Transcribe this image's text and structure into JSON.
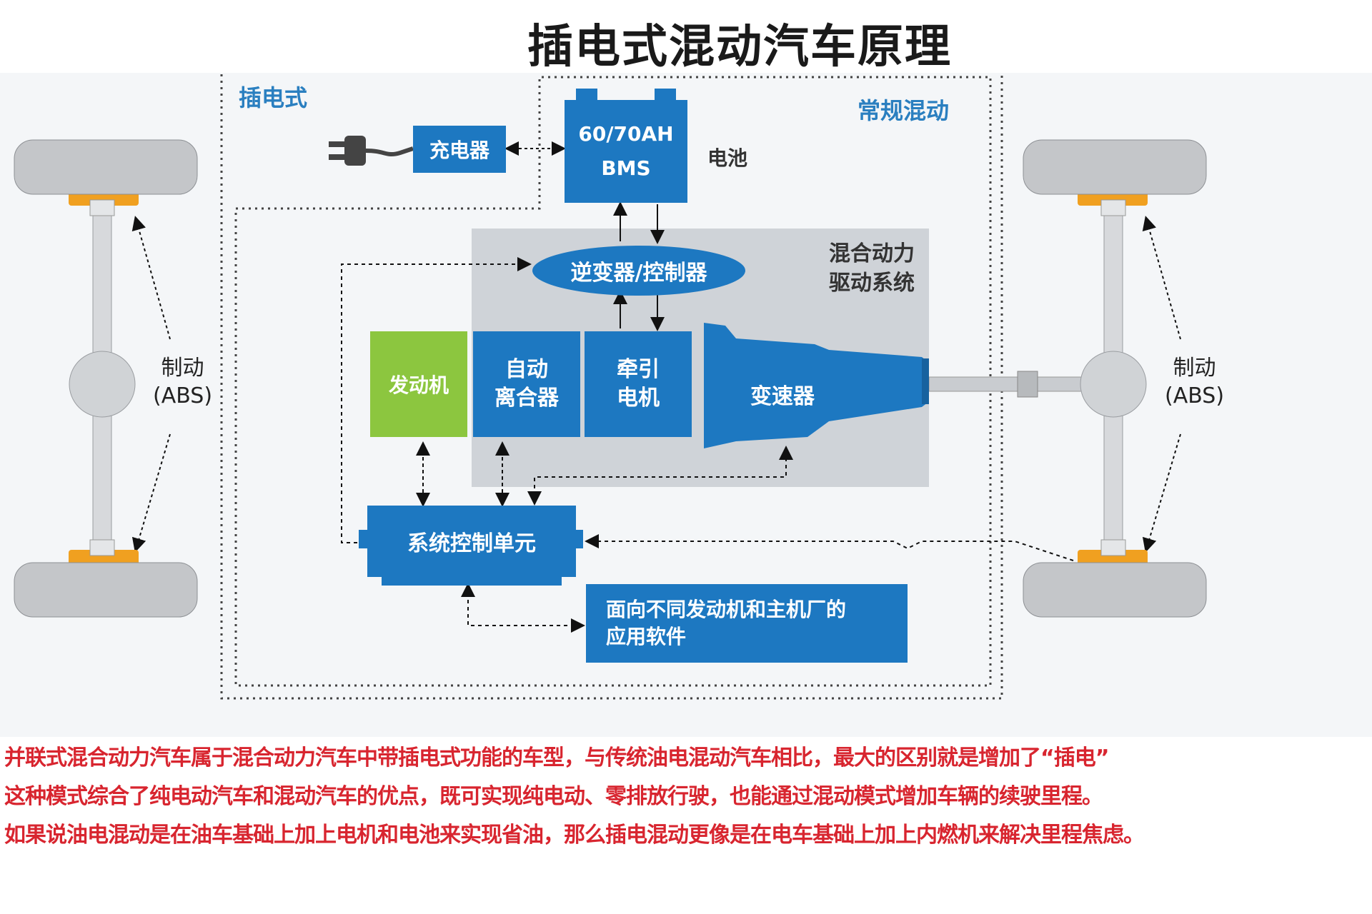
{
  "title": "插电式混动汽车原理",
  "zones": {
    "plugin": "插电式",
    "conventional": "常规混动",
    "hybrid_drive": [
      "混合动力",
      "驱动系统"
    ]
  },
  "blocks": {
    "charger": "充电器",
    "battery_capacity": "60/70AH",
    "battery_bms": "BMS",
    "battery_label": "电池",
    "inverter": "逆变器/控制器",
    "engine": "发动机",
    "clutch": [
      "自动",
      "离合器"
    ],
    "traction_motor": [
      "牵引",
      "电机"
    ],
    "transmission": "变速器",
    "system_control": "系统控制单元",
    "software": [
      "面向不同发动机和主机厂的",
      "应用软件"
    ]
  },
  "brakes": {
    "left": [
      "制动",
      "(ABS)"
    ],
    "right": [
      "制动",
      "(ABS)"
    ]
  },
  "icons": [
    "plug-icon",
    "wheel-icon",
    "axle-icon",
    "arrow-icon"
  ],
  "colors": {
    "block_blue": "#1d78c1",
    "engine_green": "#8cc63f",
    "zone_gray": "#cfd3d8",
    "label_blue": "#2a7fc0",
    "note_red": "#d8252f",
    "hub_orange": "#f0a020"
  },
  "notes": [
    "并联式混合动力汽车属于混合动力汽车中带插电式功能的车型，与传统油电混动汽车相比，最大的区别就是增加了“插电”",
    "这种模式综合了纯电动汽车和混动汽车的优点，既可实现纯电动、零排放行驶，也能通过混动模式增加车辆的续驶里程。",
    "如果说油电混动是在油车基础上加上电机和电池来实现省油，那么插电混动更像是在电车基础上加上内燃机来解决里程焦虑。"
  ]
}
